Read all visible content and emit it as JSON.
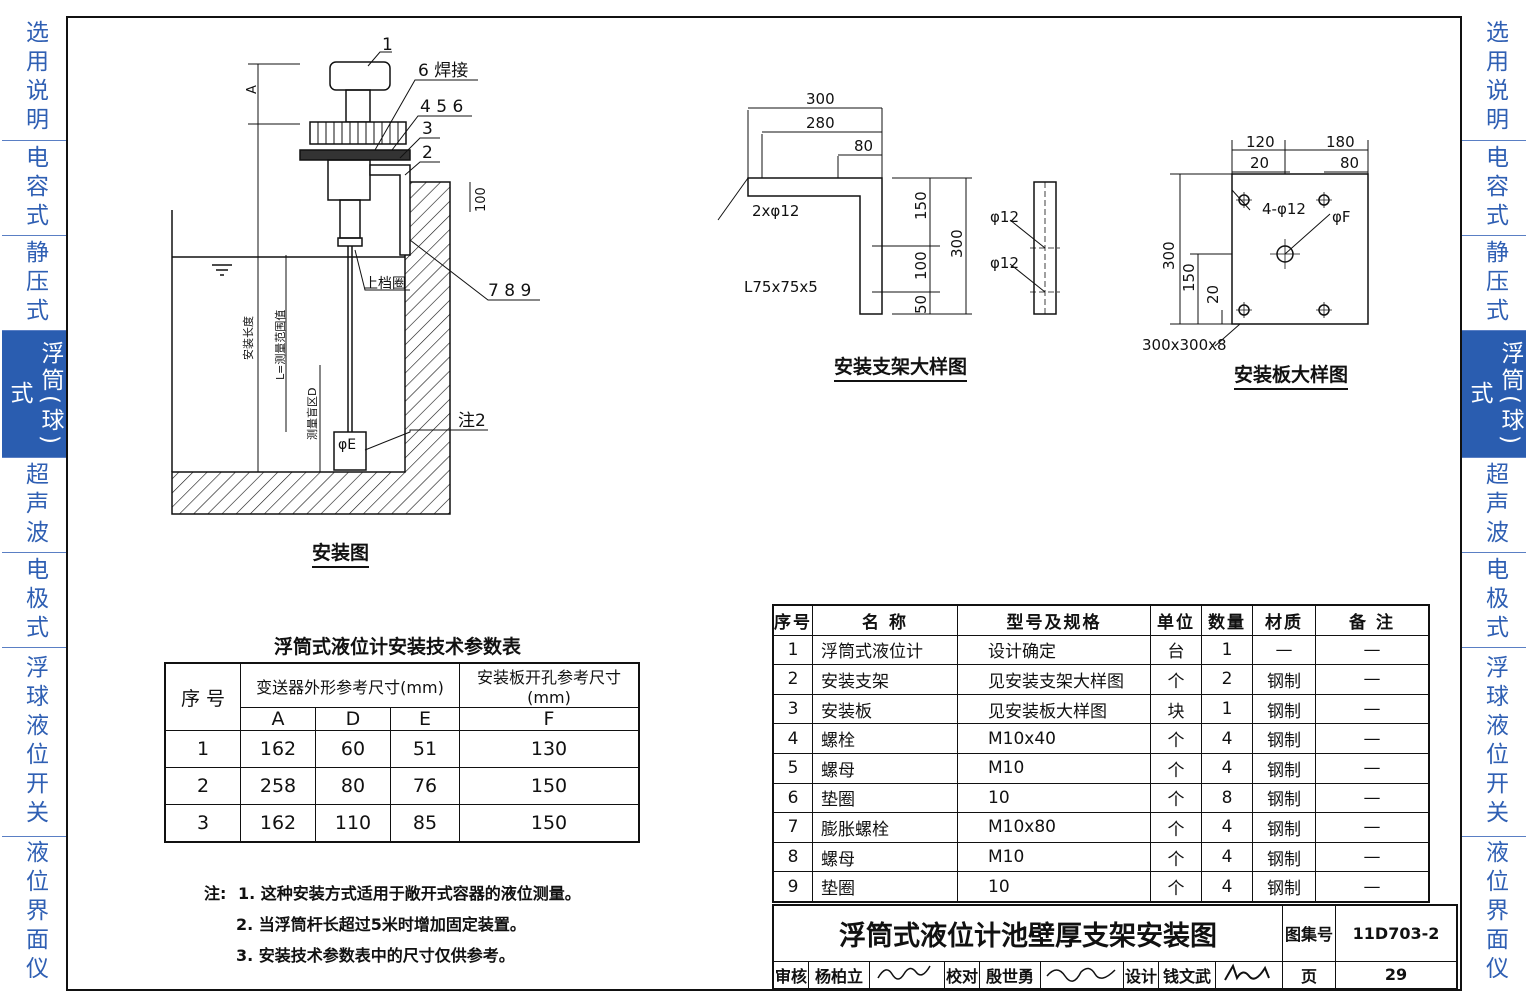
{
  "sidebar": {
    "items": [
      {
        "label": "选用说明",
        "active": false
      },
      {
        "label": "电容式",
        "active": false
      },
      {
        "label": "静压式",
        "active": false
      },
      {
        "label": "浮筒(球)式",
        "active": true
      },
      {
        "label": "超声波",
        "active": false
      },
      {
        "label": "电极式",
        "active": false
      },
      {
        "label": "浮球液位开关",
        "active": false
      },
      {
        "label": "液位界面仪",
        "active": false
      }
    ]
  },
  "drawing": {
    "install_caption": "安装图",
    "bracket_caption": "安装支架大样图",
    "plate_caption": "安装板大样图",
    "labels": {
      "n1": "1",
      "weld": "6 焊接",
      "n456": "4 5 6",
      "n3": "3",
      "n2": "2",
      "n789": "7 8 9",
      "dimA": "A",
      "d100": "100",
      "upper": "上档圈",
      "install_len": "安装长度",
      "meas_range": "L=测量范围值",
      "dead_zone": "测量盲区D",
      "phiE": "φE",
      "note2": "注2",
      "b300": "300",
      "b280": "280",
      "b80": "80",
      "bhole": "2xφ12",
      "bangle": "L75x75x5",
      "v150": "150",
      "v300": "300",
      "v100": "100",
      "v50": "50",
      "phi12a": "φ12",
      "phi12b": "φ12",
      "p120": "120",
      "p180": "180",
      "p20": "20",
      "p80": "80",
      "pholes": "4-φ12",
      "phiF": "φF",
      "pv300": "300",
      "pv150": "150",
      "pv20": "20",
      "plate": "300x300x8"
    }
  },
  "param_table": {
    "title": "浮筒式液位计安装技术参数表",
    "col_seq": "序 号",
    "group1": "变送器外形参考尺寸(mm)",
    "group2": "安装板开孔参考尺寸(mm)",
    "sub": [
      "A",
      "D",
      "E",
      "F"
    ],
    "rows": [
      [
        "1",
        "162",
        "60",
        "51",
        "130"
      ],
      [
        "2",
        "258",
        "80",
        "76",
        "150"
      ],
      [
        "3",
        "162",
        "110",
        "85",
        "150"
      ]
    ]
  },
  "bom": {
    "headers": [
      "序号",
      "名 称",
      "型号及规格",
      "单位",
      "数量",
      "材质",
      "备 注"
    ],
    "rows": [
      [
        "1",
        "浮筒式液位计",
        "设计确定",
        "台",
        "1",
        "—",
        "—"
      ],
      [
        "2",
        "安装支架",
        "见安装支架大样图",
        "个",
        "2",
        "钢制",
        "—"
      ],
      [
        "3",
        "安装板",
        "见安装板大样图",
        "块",
        "1",
        "钢制",
        "—"
      ],
      [
        "4",
        "螺栓",
        "M10x40",
        "个",
        "4",
        "钢制",
        "—"
      ],
      [
        "5",
        "螺母",
        "M10",
        "个",
        "4",
        "钢制",
        "—"
      ],
      [
        "6",
        "垫圈",
        "10",
        "个",
        "8",
        "钢制",
        "—"
      ],
      [
        "7",
        "膨胀螺栓",
        "M10x80",
        "个",
        "4",
        "钢制",
        "—"
      ],
      [
        "8",
        "螺母",
        "M10",
        "个",
        "4",
        "钢制",
        "—"
      ],
      [
        "9",
        "垫圈",
        "10",
        "个",
        "4",
        "钢制",
        "—"
      ]
    ]
  },
  "title_block": {
    "title": "浮筒式液位计池壁厚支架安装图",
    "atlas_label": "图集号",
    "atlas_no": "11D703-2",
    "review_label": "审核",
    "review_name": "杨柏立",
    "check_label": "校对",
    "check_name": "殷世勇",
    "design_label": "设计",
    "design_name": "钱文武",
    "page_label": "页",
    "page_no": "29"
  },
  "notes": {
    "prefix": "注:",
    "items": [
      "1. 这种安装方式适用于敞开式容器的液位测量。",
      "2. 当浮筒杆长超过5米时增加固定装置。",
      "3. 安装技术参数表中的尺寸仅供参考。"
    ]
  }
}
